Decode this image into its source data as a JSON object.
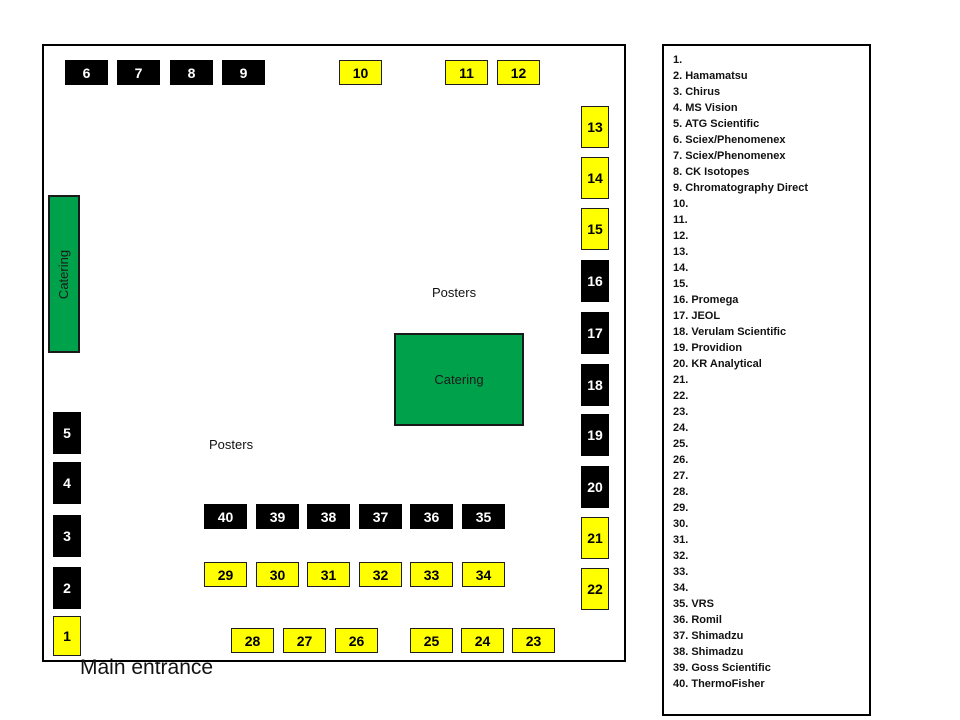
{
  "floor_plan": {
    "booths": [
      {
        "n": "1",
        "color": "yellow"
      },
      {
        "n": "2",
        "color": "black"
      },
      {
        "n": "3",
        "color": "black"
      },
      {
        "n": "4",
        "color": "black"
      },
      {
        "n": "5",
        "color": "black"
      },
      {
        "n": "6",
        "color": "black"
      },
      {
        "n": "7",
        "color": "black"
      },
      {
        "n": "8",
        "color": "black"
      },
      {
        "n": "9",
        "color": "black"
      },
      {
        "n": "10",
        "color": "yellow"
      },
      {
        "n": "11",
        "color": "yellow"
      },
      {
        "n": "12",
        "color": "yellow"
      },
      {
        "n": "13",
        "color": "yellow"
      },
      {
        "n": "14",
        "color": "yellow"
      },
      {
        "n": "15",
        "color": "yellow"
      },
      {
        "n": "16",
        "color": "black"
      },
      {
        "n": "17",
        "color": "black"
      },
      {
        "n": "18",
        "color": "black"
      },
      {
        "n": "19",
        "color": "black"
      },
      {
        "n": "20",
        "color": "black"
      },
      {
        "n": "21",
        "color": "yellow"
      },
      {
        "n": "22",
        "color": "yellow"
      },
      {
        "n": "23",
        "color": "yellow"
      },
      {
        "n": "24",
        "color": "yellow"
      },
      {
        "n": "25",
        "color": "yellow"
      },
      {
        "n": "26",
        "color": "yellow"
      },
      {
        "n": "27",
        "color": "yellow"
      },
      {
        "n": "28",
        "color": "yellow"
      },
      {
        "n": "29",
        "color": "yellow"
      },
      {
        "n": "30",
        "color": "yellow"
      },
      {
        "n": "31",
        "color": "yellow"
      },
      {
        "n": "32",
        "color": "yellow"
      },
      {
        "n": "33",
        "color": "yellow"
      },
      {
        "n": "34",
        "color": "yellow"
      },
      {
        "n": "35",
        "color": "black"
      },
      {
        "n": "36",
        "color": "black"
      },
      {
        "n": "37",
        "color": "black"
      },
      {
        "n": "38",
        "color": "black"
      },
      {
        "n": "39",
        "color": "black"
      },
      {
        "n": "40",
        "color": "black"
      }
    ],
    "catering_label": "Catering",
    "posters_label": "Posters",
    "entrance_label": "Main entrance",
    "colors": {
      "yellow_booth": "#ffff00",
      "black_booth": "#000000",
      "catering": "#00a14b",
      "poster_board": "#f4a234",
      "entrance_arrow": "#232a86"
    }
  },
  "legend": [
    "1.",
    "2. Hamamatsu",
    "3. Chirus",
    "4. MS Vision",
    "5. ATG Scientific",
    "6. Sciex/Phenomenex",
    "7. Sciex/Phenomenex",
    "8. CK Isotopes",
    "9. Chromatography Direct",
    "10.",
    "11.",
    "12.",
    "13.",
    "14.",
    "15.",
    "16. Promega",
    "17. JEOL",
    "18. Verulam Scientific",
    "19. Providion",
    "20. KR Analytical",
    "21.",
    "22.",
    "23.",
    "24.",
    "25.",
    "26.",
    "27.",
    "28.",
    "29.",
    "30.",
    "31.",
    "32.",
    "33.",
    "34.",
    "35. VRS",
    "36. Romil",
    "37. Shimadzu",
    "38. Shimadzu",
    "39. Goss Scientific",
    "40. ThermoFisher"
  ]
}
